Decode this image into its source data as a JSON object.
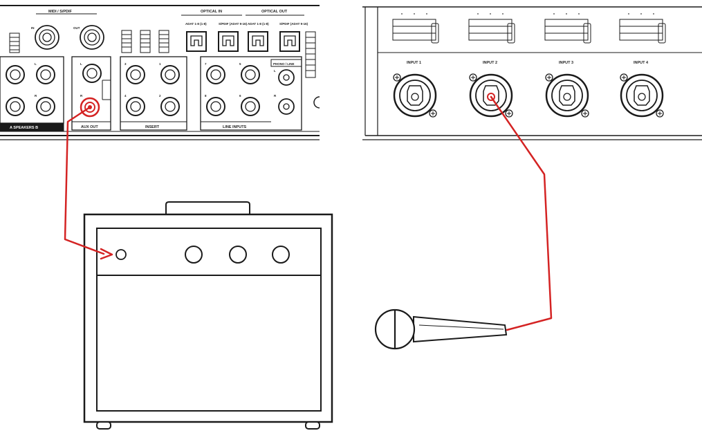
{
  "back_panel": {
    "sections": {
      "midi_spdif": "MIDI / S/PDIF",
      "optical_in": "OPTICAL IN",
      "optical_out": "OPTICAL OUT",
      "speakers": "A   SPEAKERS   B",
      "aux_out": "AUX OUT",
      "insert": "INSERT",
      "line_inputs": "LINE INPUTS",
      "phono_line": "PHONO / LINE"
    },
    "jack_labels": {
      "midi_in": "IN",
      "midi_out": "OUT",
      "optical_in_1": "ADAT 1-8 (1-8)",
      "optical_in_2": "S/PDIF (ADAT 9-16)",
      "optical_out_1": "ADAT 1-8 (1-8)",
      "optical_out_2": "S/PDIF (ADAT 9-16)",
      "left": "L",
      "right": "R",
      "ch1": "1",
      "ch2": "2",
      "ch3": "3",
      "ch4": "4",
      "ch5": "5",
      "ch6": "6",
      "ch7": "7",
      "ch8": "8"
    }
  },
  "front_panel": {
    "inputs": [
      "INPUT 1",
      "INPUT 2",
      "INPUT 3",
      "INPUT 4"
    ]
  },
  "cables": {
    "color": "#d42323"
  },
  "colors": {
    "line": "#1a1a1a",
    "panel_fill": "#ffffff"
  }
}
